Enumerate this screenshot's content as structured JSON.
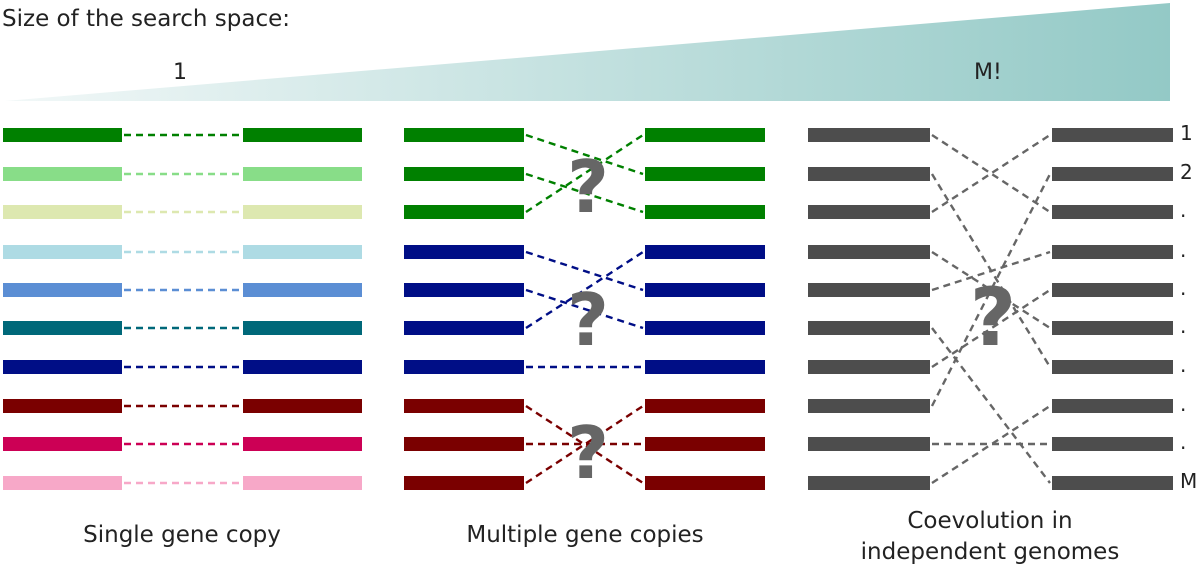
{
  "header": {
    "title": "Size of the search space:",
    "label_min": "1",
    "label_max": "M!"
  },
  "colors": {
    "wedge_start": "#f2f8f8",
    "wedge_end": "#93c9c6",
    "gray_bar": "#4d4d4d",
    "gray_line": "#666666",
    "question_mark": "#666666"
  },
  "panels": {
    "single": {
      "caption": "Single gene copy",
      "colors": [
        "#008000",
        "#88dd88",
        "#dde8b0",
        "#aedbe4",
        "#5b8ed4",
        "#006879",
        "#000e86",
        "#7a0000",
        "#cc0055",
        "#f7a8c8"
      ]
    },
    "multi": {
      "caption": "Multiple gene copies",
      "colors": [
        "#008000",
        "#008000",
        "#008000",
        "#000e86",
        "#000e86",
        "#000e86",
        "#000e86",
        "#7a0000",
        "#7a0000",
        "#7a0000"
      ],
      "question_marks": [
        "?",
        "?",
        "?"
      ]
    },
    "coevo": {
      "caption_line1": "Coevolution in",
      "caption_line2": "independent genomes",
      "question_mark": "?",
      "row_labels": [
        "1",
        "2",
        ".",
        ".",
        ".",
        ".",
        ".",
        ".",
        ".",
        "M"
      ]
    }
  }
}
